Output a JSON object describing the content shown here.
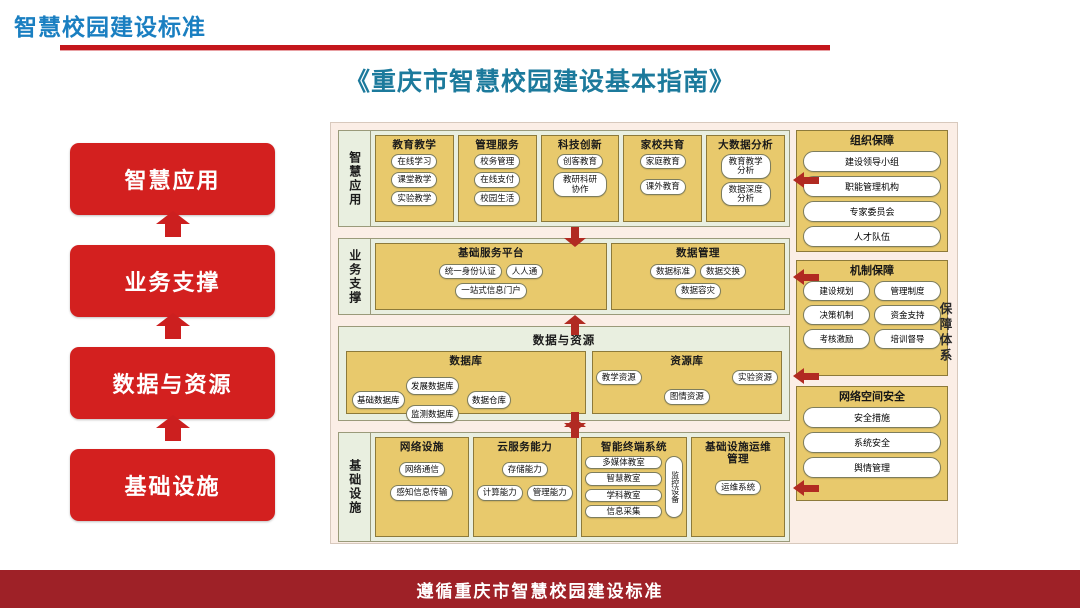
{
  "header": {
    "eyebrow": "智慧校园建设标准",
    "title": "《重庆市智慧校园建设基本指南》"
  },
  "ladder": {
    "items": [
      {
        "label": "智慧应用"
      },
      {
        "label": "业务支撑"
      },
      {
        "label": "数据与资源"
      },
      {
        "label": "基础设施"
      }
    ]
  },
  "diagram": {
    "guarantee_system_label": "保障体系",
    "sections": [
      {
        "label": "智慧应用",
        "groups": [
          {
            "title": "教育教学",
            "items": [
              "在线学习",
              "课堂教学",
              "实验教学"
            ]
          },
          {
            "title": "管理服务",
            "items": [
              "校务管理",
              "在线支付",
              "校园生活"
            ]
          },
          {
            "title": "科技创新",
            "items": [
              "创客教育",
              "教研科研协作"
            ]
          },
          {
            "title": "家校共育",
            "items": [
              "家庭教育",
              "课外教育"
            ]
          },
          {
            "title": "大数据分析",
            "items": [
              "教育教学分析",
              "数据深度分析"
            ]
          }
        ]
      },
      {
        "label": "业务支撑",
        "groups": [
          {
            "title": "基础服务平台",
            "row1": [
              "统一身份认证",
              "人人通"
            ],
            "row2": [
              "一站式信息门户"
            ]
          },
          {
            "title": "数据管理",
            "row1": [
              "数据标准",
              "数据交换"
            ],
            "row2": [
              "数据容灾"
            ]
          }
        ]
      },
      {
        "label": "",
        "title": "数据与资源",
        "groups": [
          {
            "title": "数据库",
            "items": [
              "基础数据库",
              "发展数据库",
              "监测数据库",
              "数据仓库"
            ]
          },
          {
            "title": "资源库",
            "row1": [
              "教学资源",
              "实验资源"
            ],
            "row2": [
              "图情资源"
            ]
          }
        ]
      },
      {
        "label": "基础设施",
        "groups": [
          {
            "title": "网络设施",
            "items": [
              "网络通信",
              "感知信息传输"
            ]
          },
          {
            "title": "云服务能力",
            "row1": [
              "存储能力"
            ],
            "row2": [
              "计算能力",
              "管理能力"
            ]
          },
          {
            "title": "智能终端系统",
            "items": [
              "多媒体教室",
              "智慧教室",
              "学科教室",
              "信息采集"
            ],
            "side": "监控设备"
          },
          {
            "title": "基础设施运维管理",
            "items": [
              "运维系统"
            ]
          }
        ]
      }
    ],
    "right_panels": [
      {
        "title": "组织保障",
        "layout": "stack",
        "items": [
          "建设领导小组",
          "职能管理机构",
          "专家委员会",
          "人才队伍"
        ]
      },
      {
        "title": "机制保障",
        "layout": "grid",
        "items": [
          "建设规划",
          "管理制度",
          "决策机制",
          "资金支持",
          "考核激励",
          "培训督导"
        ]
      },
      {
        "title": "网络空间安全",
        "layout": "stack",
        "items": [
          "安全措施",
          "系统安全",
          "舆情管理"
        ]
      }
    ]
  },
  "footer": {
    "text": "遵循重庆市智慧校园建设标准"
  },
  "colors": {
    "eyebrow": "#1a7fc1",
    "rule": "#c4161c",
    "title": "#1c7a9c",
    "ladder_box": "#d3201f",
    "diagram_bg": "#fbeee6",
    "section_bg": "#e9efe0",
    "group_bg": "#e8c96c",
    "arrow": "#b12a22",
    "footer_bg": "#9e2127"
  }
}
